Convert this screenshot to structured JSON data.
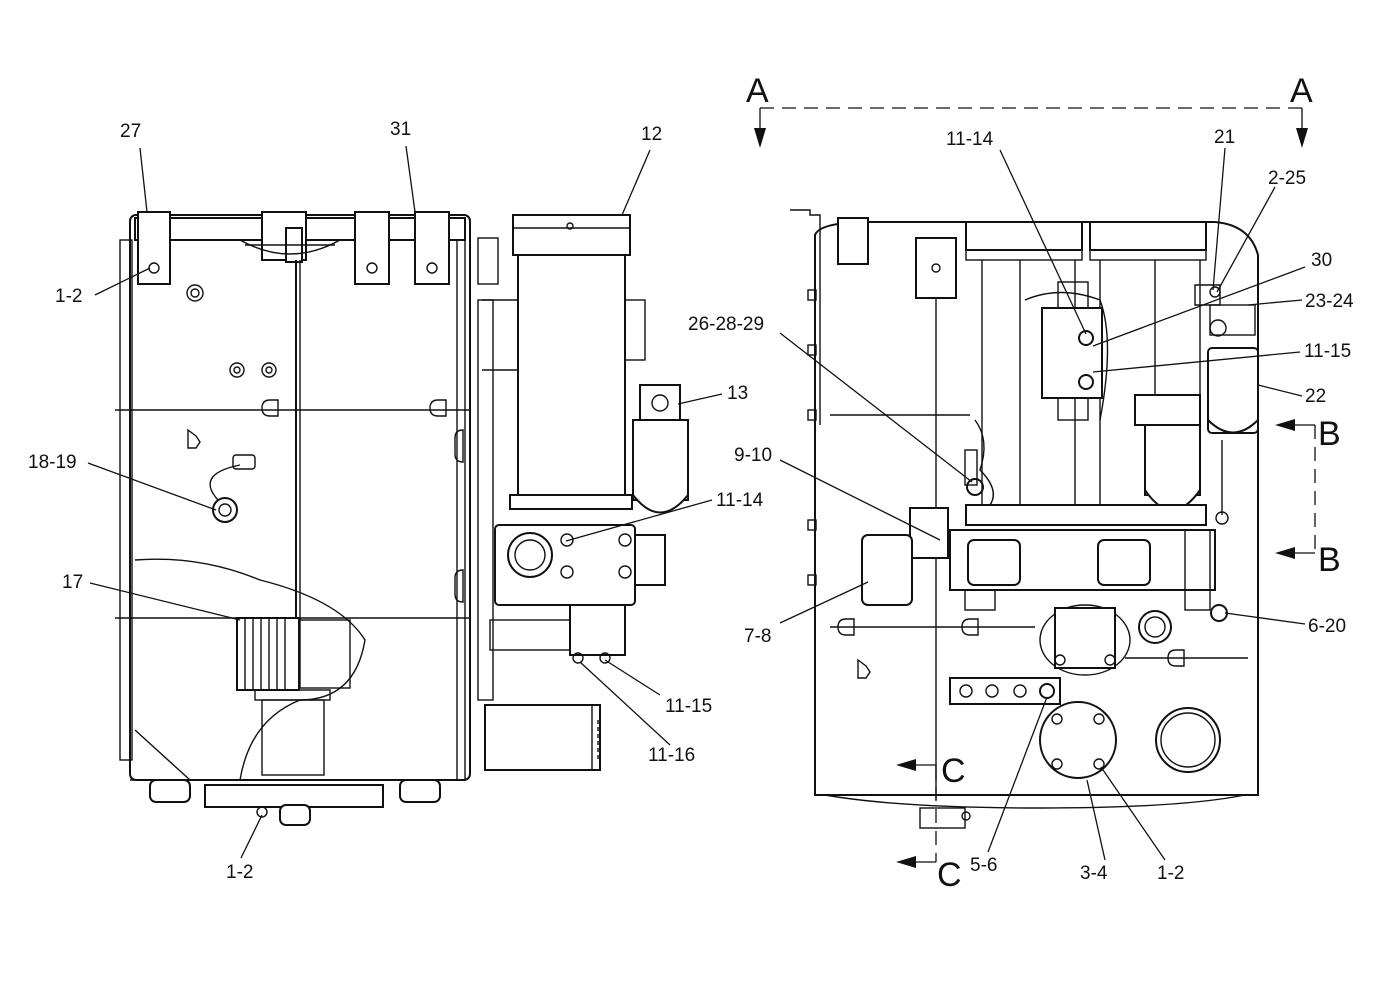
{
  "left_view": {
    "callouts": {
      "c27": "27",
      "c31": "31",
      "c12": "12",
      "c1_2_top": "1-2",
      "c13": "13",
      "c18_19": "18-19",
      "c11_14": "11-14",
      "c17": "17",
      "c11_15": "11-15",
      "c11_16": "11-16",
      "c1_2_bottom": "1-2"
    }
  },
  "right_view": {
    "callouts": {
      "c11_14": "11-14",
      "c21": "21",
      "c2_25": "2-25",
      "c30": "30",
      "c26_28_29": "26-28-29",
      "c23_24": "23-24",
      "c11_15": "11-15",
      "c22": "22",
      "c9_10": "9-10",
      "c6_20": "6-20",
      "c7_8": "7-8",
      "c5_6": "5-6",
      "c3_4": "3-4",
      "c1_2": "1-2"
    },
    "section_markers": {
      "a_left": "A",
      "a_right": "A",
      "b_top": "B",
      "b_bottom": "B",
      "c_top": "C",
      "c_bottom": "C"
    }
  }
}
